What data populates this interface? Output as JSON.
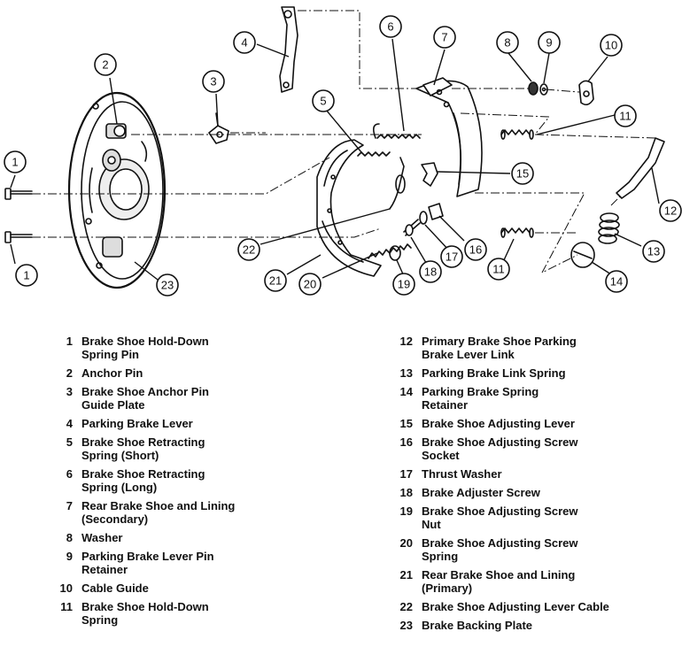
{
  "callouts": [
    {
      "num": "1",
      "label": "Brake Shoe Hold-Down\nSpring Pin"
    },
    {
      "num": "2",
      "label": "Anchor Pin"
    },
    {
      "num": "3",
      "label": "Brake Shoe Anchor Pin\nGuide Plate"
    },
    {
      "num": "4",
      "label": "Parking Brake Lever"
    },
    {
      "num": "5",
      "label": "Brake Shoe Retracting\nSpring (Short)"
    },
    {
      "num": "6",
      "label": "Brake Shoe Retracting\nSpring (Long)"
    },
    {
      "num": "7",
      "label": "Rear Brake Shoe and Lining\n(Secondary)"
    },
    {
      "num": "8",
      "label": "Washer"
    },
    {
      "num": "9",
      "label": "Parking Brake Lever Pin\nRetainer"
    },
    {
      "num": "10",
      "label": "Cable Guide"
    },
    {
      "num": "11",
      "label": "Brake Shoe Hold-Down\nSpring"
    },
    {
      "num": "12",
      "label": "Primary Brake Shoe Parking\nBrake Lever Link"
    },
    {
      "num": "13",
      "label": "Parking Brake Link Spring"
    },
    {
      "num": "14",
      "label": "Parking Brake Spring\nRetainer"
    },
    {
      "num": "15",
      "label": "Brake Shoe Adjusting Lever"
    },
    {
      "num": "16",
      "label": "Brake Shoe Adjusting Screw\nSocket"
    },
    {
      "num": "17",
      "label": "Thrust Washer"
    },
    {
      "num": "18",
      "label": "Brake Adjuster Screw"
    },
    {
      "num": "19",
      "label": "Brake Shoe Adjusting Screw\nNut"
    },
    {
      "num": "20",
      "label": "Brake Shoe Adjusting Screw\nSpring"
    },
    {
      "num": "21",
      "label": "Rear Brake Shoe and Lining\n(Primary)"
    },
    {
      "num": "22",
      "label": "Brake Shoe Adjusting Lever Cable"
    },
    {
      "num": "23",
      "label": "Brake Backing Plate"
    }
  ]
}
